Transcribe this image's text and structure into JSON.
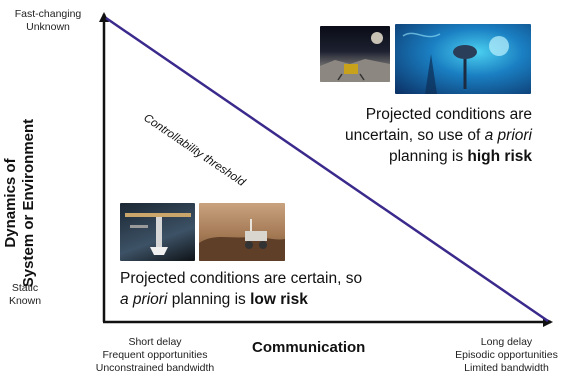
{
  "y_axis": {
    "label_line1": "Dynamics of",
    "label_line2": "System or Environment",
    "top_line1": "Fast-changing",
    "top_line2": "Unknown",
    "bottom_line1": "Static",
    "bottom_line2": "Known"
  },
  "x_axis": {
    "label": "Communication",
    "left_line1": "Short delay",
    "left_line2": "Frequent opportunities",
    "left_line3": "Unconstrained bandwidth",
    "right_line1": "Long delay",
    "right_line2": "Episodic opportunities",
    "right_line3": "Limited bandwidth"
  },
  "threshold_label": "Controllability threshold",
  "upper_caption": {
    "line1": "Projected conditions are",
    "line2_pre": "uncertain, so use of ",
    "line2_em": "a priori",
    "line3_pre": "planning is ",
    "line3_strong": "high risk"
  },
  "lower_caption": {
    "line1": "Projected conditions are certain, so",
    "line2_em": "a priori",
    "line2_mid": " planning is ",
    "line2_strong": "low risk"
  },
  "images": [
    "europa-lander-photo",
    "subsurface-ocean-probe-photo",
    "space-station-shuttle-photo",
    "mars-rover-photo"
  ],
  "colors": {
    "axis": "#111111",
    "threshold_line": "#3b2a8c"
  }
}
